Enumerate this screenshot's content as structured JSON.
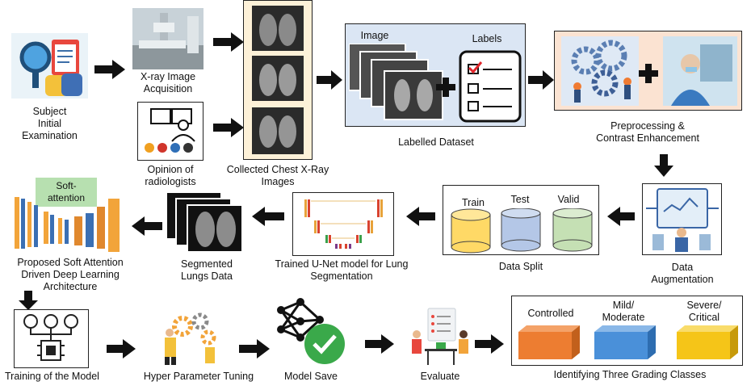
{
  "steps": {
    "subject": [
      "Subject",
      "Initial",
      "Examination"
    ],
    "xray_acq": [
      "X-ray Image",
      "Acquisition"
    ],
    "radiologists": [
      "Opinion of",
      "radiologists"
    ],
    "collected": [
      "Collected Chest X-Ray",
      "Images"
    ],
    "labelled": {
      "image_label": "Image",
      "labels_label": "Labels",
      "caption": "Labelled Dataset"
    },
    "preprocessing": [
      "Preprocessing  &",
      "Contrast Enhancement"
    ],
    "augmentation": [
      "Data",
      "Augmentation"
    ],
    "data_split": {
      "caption": "Data Split",
      "sets": [
        "Train",
        "Test",
        "Valid"
      ]
    },
    "unet": [
      "Trained U-Net model for Lung",
      "Segmentation"
    ],
    "segmented": [
      "Segmented",
      "Lungs Data"
    ],
    "proposed": {
      "badge": [
        "Soft-",
        "attention"
      ],
      "caption": [
        "Proposed Soft Attention",
        "Driven Deep Learning",
        "Architecture"
      ]
    },
    "training": "Training of the Model",
    "tuning": "Hyper Parameter Tuning",
    "model_save": "Model Save",
    "evaluate": "Evaluate",
    "classes": {
      "caption": "Identifying Three Grading Classes",
      "items": [
        {
          "label": [
            "Controlled"
          ],
          "color": "#ed7d31"
        },
        {
          "label": [
            "Mild/",
            "Moderate"
          ],
          "color": "#4a90d9"
        },
        {
          "label": [
            "Severe/",
            "Critical"
          ],
          "color": "#f5c518"
        }
      ]
    }
  },
  "colors": {
    "collected_bg": "#fdf1d8",
    "labelled_bg": "#dbe6f4",
    "preprocessing_bg": "#fbe3d2",
    "train": "#ffd966",
    "test": "#b4c7e7",
    "valid": "#c5e0b4",
    "badge": "#b7e0b0"
  }
}
